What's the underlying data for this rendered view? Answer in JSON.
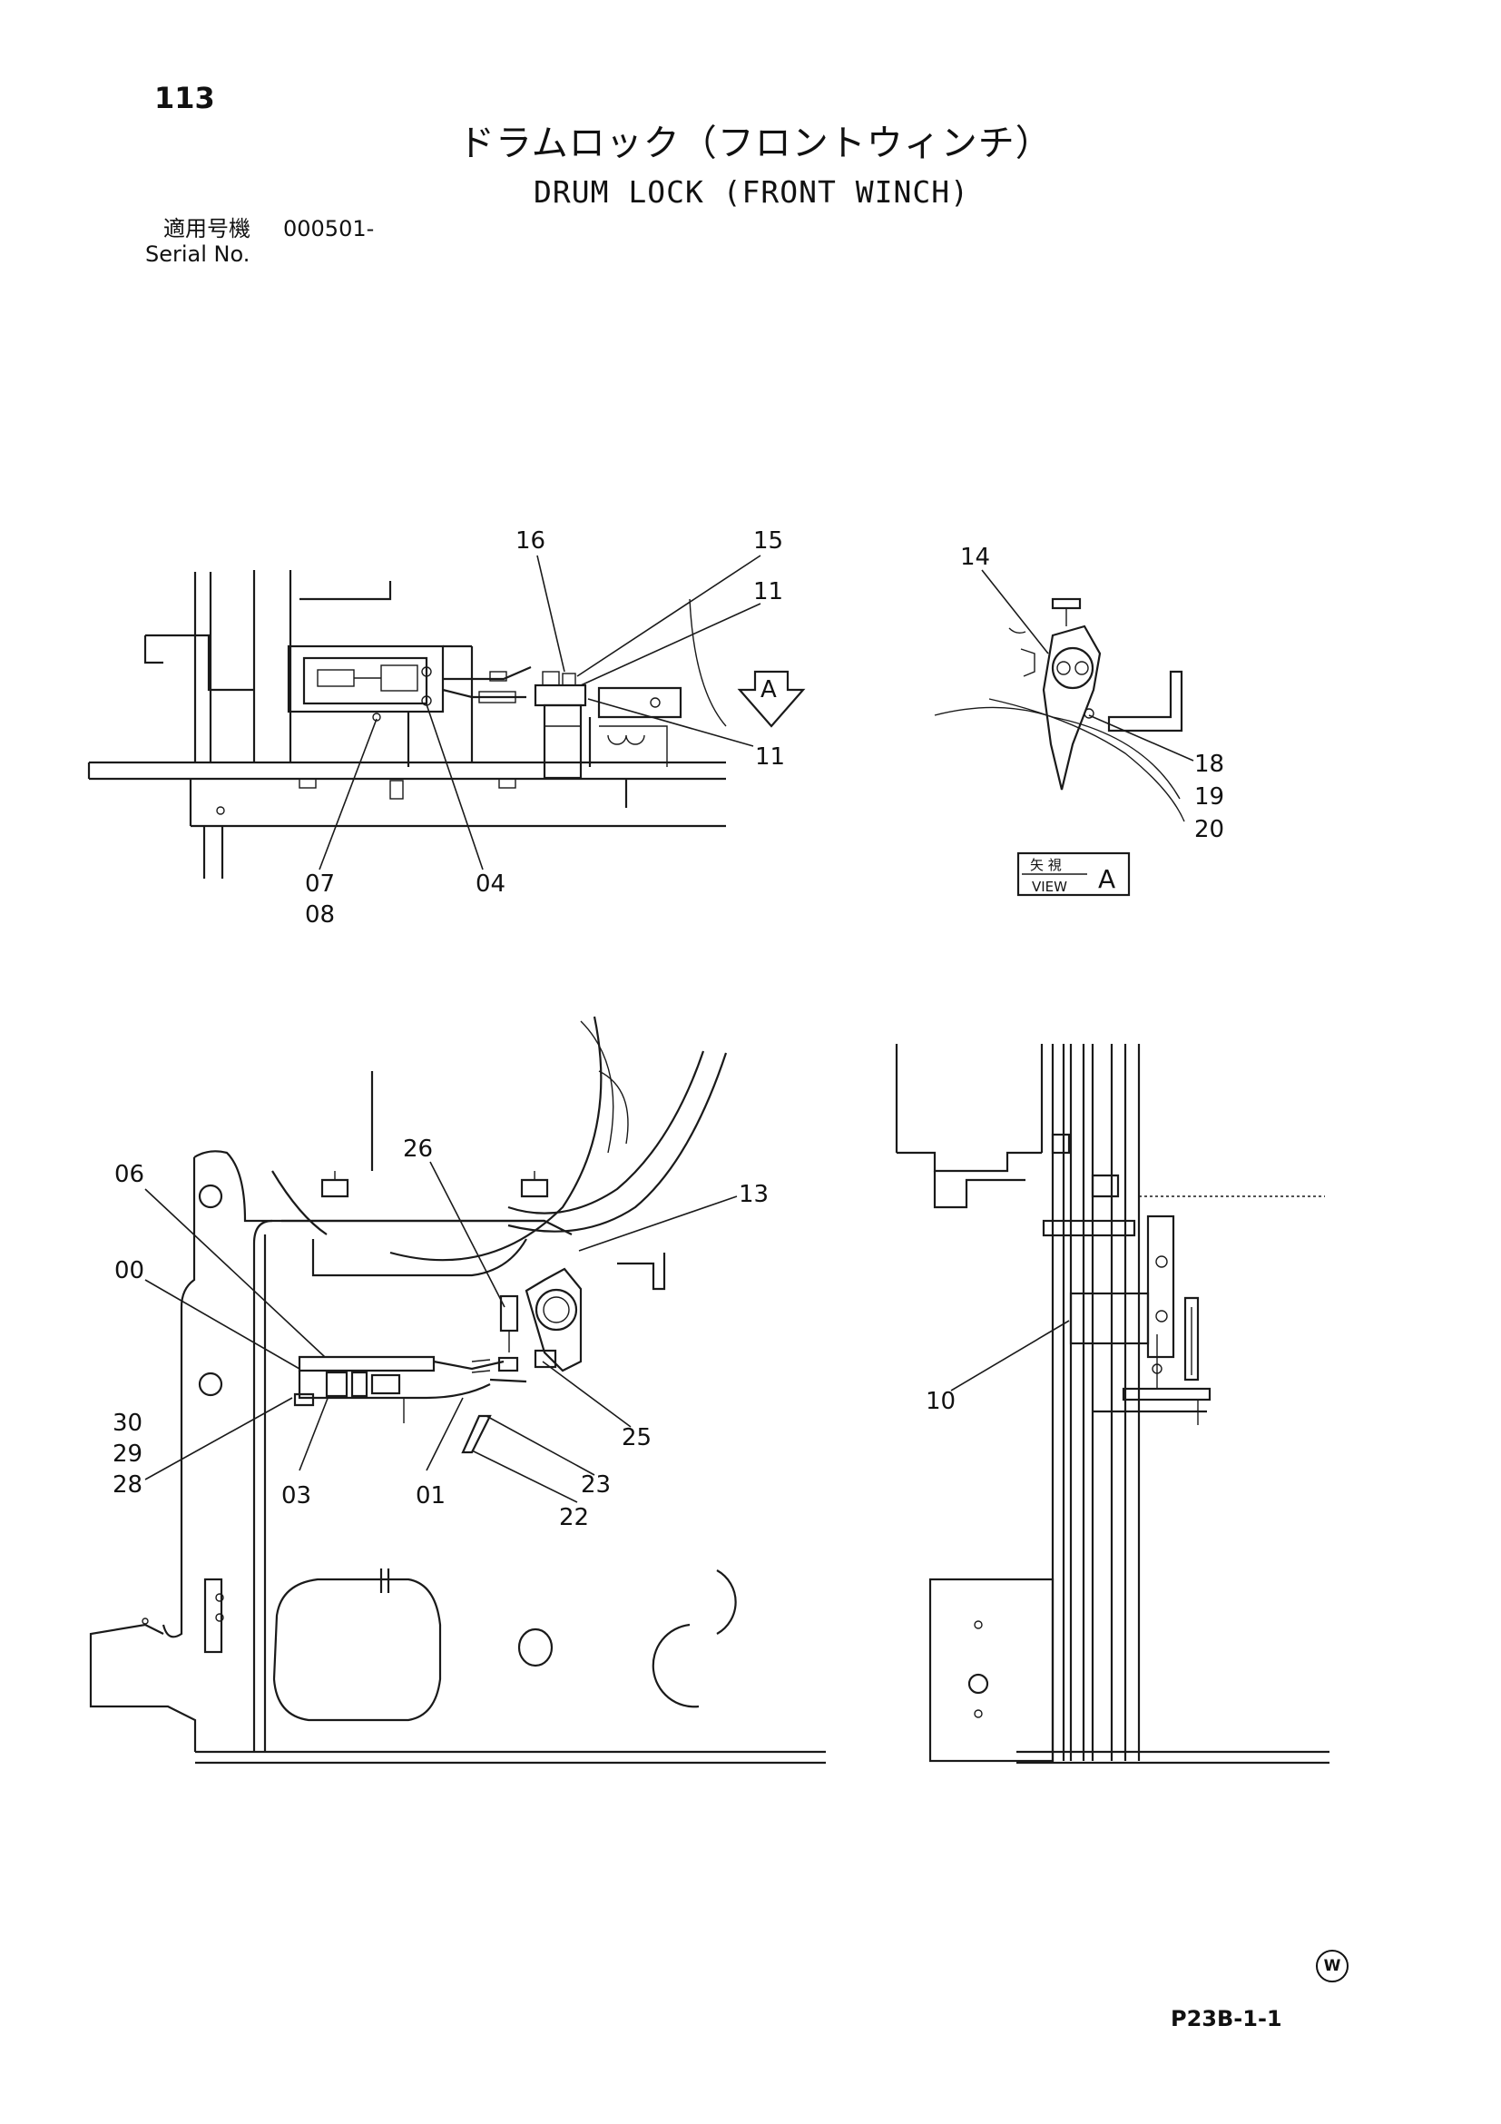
{
  "header": {
    "page_number": "113",
    "title_jp": "ドラムロック（フロントウィンチ）",
    "title_en": "DRUM LOCK (FRONT WINCH)",
    "serial_label_jp": "適用号機",
    "serial_value": "000501-",
    "serial_label_en": "Serial No."
  },
  "view_label": {
    "jp": "矢 視",
    "en": "VIEW",
    "letter": "A"
  },
  "arrow_marker": "A",
  "callouts": {
    "c16": "16",
    "c15": "15",
    "c11a": "11",
    "c11b": "11",
    "c0708a": "07",
    "c0708b": "08",
    "c04": "04",
    "c14": "14",
    "c18": "18",
    "c19": "19",
    "c20": "20",
    "c26": "26",
    "c13": "13",
    "c06": "06",
    "c00": "00",
    "c25": "25",
    "c30": "30",
    "c29": "29",
    "c28": "28",
    "c03": "03",
    "c01": "01",
    "c23": "23",
    "c22": "22",
    "c10": "10"
  },
  "footer": {
    "mark": "W",
    "page_ref": "P23B-1-1"
  }
}
